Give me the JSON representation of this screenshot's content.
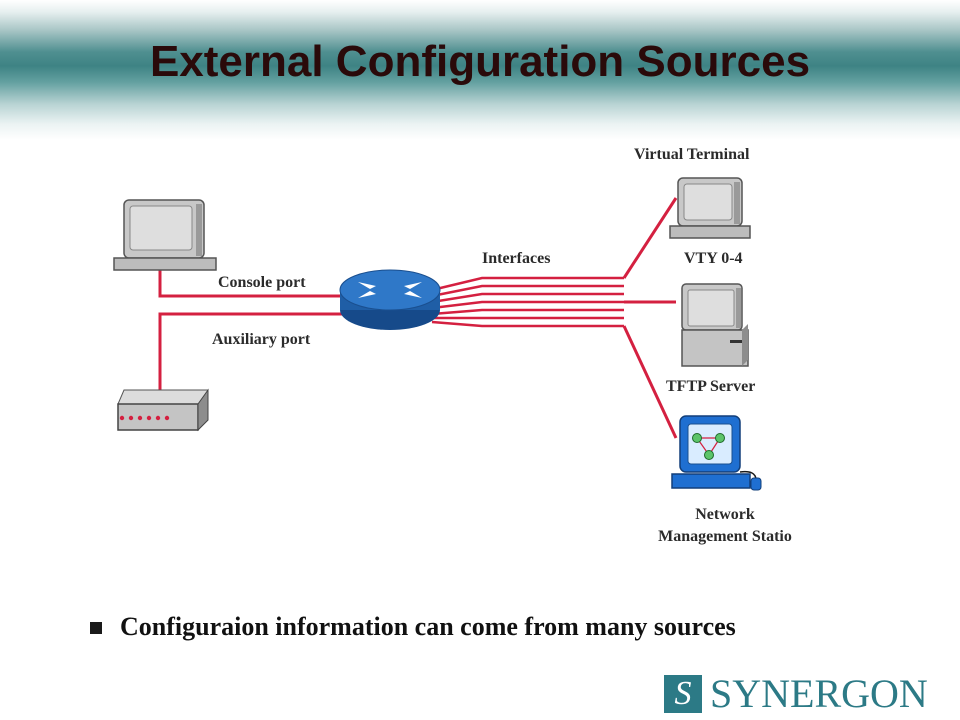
{
  "title": "External Configuration Sources",
  "labels": {
    "virtual_terminal": "Virtual Terminal",
    "interfaces": "Interfaces",
    "vty": "VTY 0-4",
    "console_port": "Console port",
    "auxiliary_port": "Auxiliary port",
    "tftp_server": "TFTP Server",
    "nms_line1": "Network",
    "nms_line2": "Management Statio"
  },
  "bullet": "Configuraion information can come from many sources",
  "logo": {
    "mark": "S",
    "text": "SYNERGON"
  },
  "colors": {
    "link": "#d42040",
    "header_teal": "#3e8384",
    "router": "#2f78c8",
    "brand": "#2c7a86"
  }
}
